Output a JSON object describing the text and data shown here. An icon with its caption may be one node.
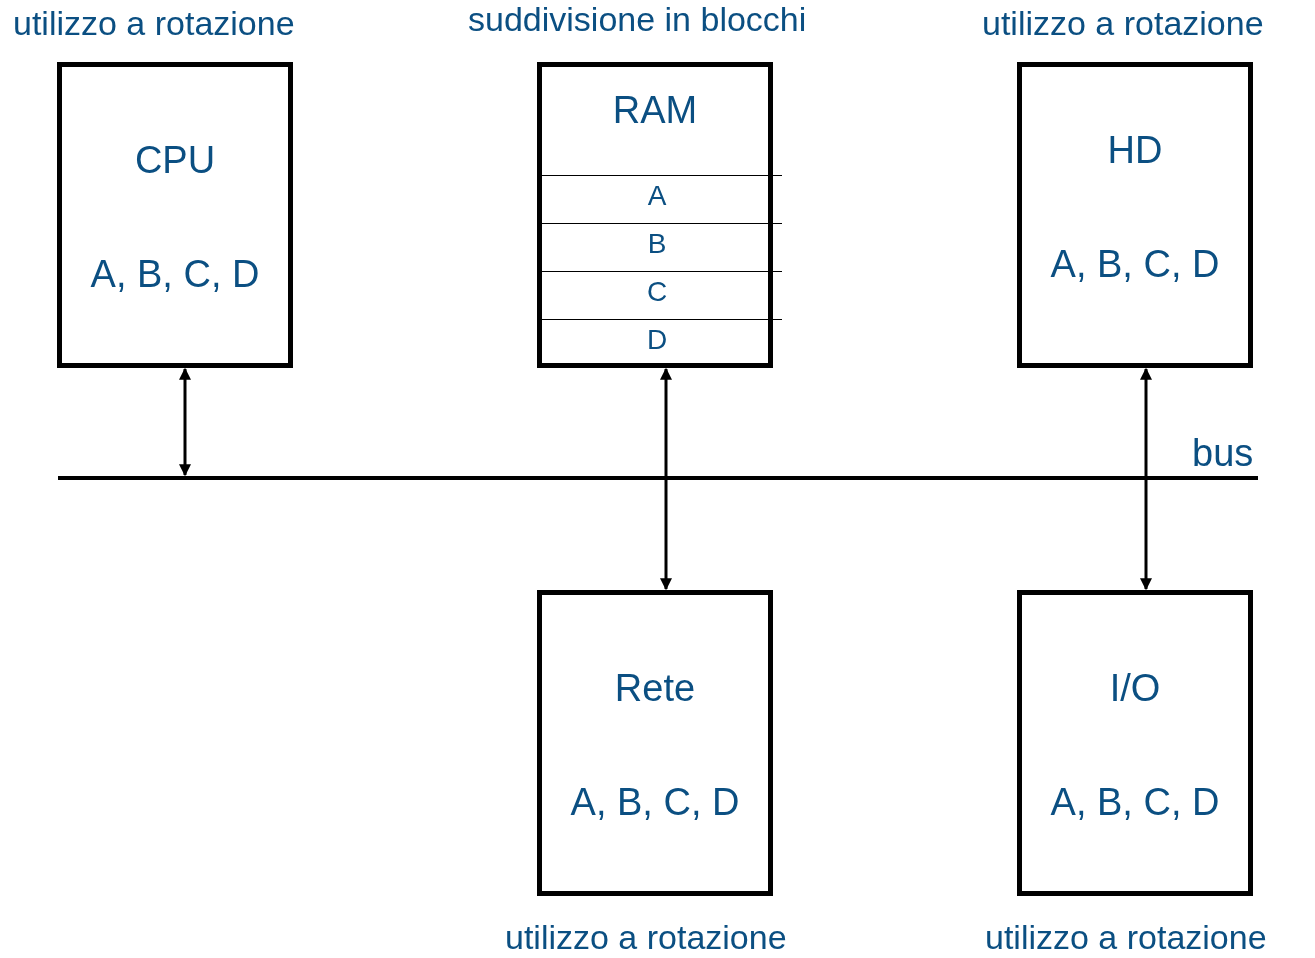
{
  "diagram": {
    "nodes": [
      {
        "text": [
          "CPU",
          "A, B, C, D"
        ],
        "beside": [
          "utilizzo a rotazione"
        ]
      },
      {
        "text": [
          "RAM"
        ],
        "beside": [
          "suddivisione in blocchi"
        ]
      },
      {
        "text": [
          "A"
        ],
        "in": 1
      },
      {
        "text": [
          "B"
        ],
        "in": 1
      },
      {
        "text": [
          "C"
        ],
        "in": 1
      },
      {
        "text": [
          "D"
        ],
        "in": 1
      },
      {
        "text": [
          "HD",
          "A, B, C, D"
        ],
        "beside": [
          "utilizzo a rotazione"
        ]
      },
      {
        "text": [],
        "shape": "bar",
        "beside": [
          "bus"
        ]
      },
      {
        "text": [
          "Rete",
          "A, B, C, D"
        ],
        "beside": [
          "utilizzo a rotazione"
        ]
      },
      {
        "text": [
          "I/O",
          "A, B, C, D"
        ],
        "beside": [
          "utilizzo a rotazione"
        ]
      }
    ],
    "edges": [
      {
        "from": 0,
        "to": 7,
        "arrow": "both"
      },
      {
        "from": 1,
        "to": 8,
        "arrow": "both"
      },
      {
        "from": 6,
        "to": 9,
        "arrow": "both"
      }
    ]
  }
}
